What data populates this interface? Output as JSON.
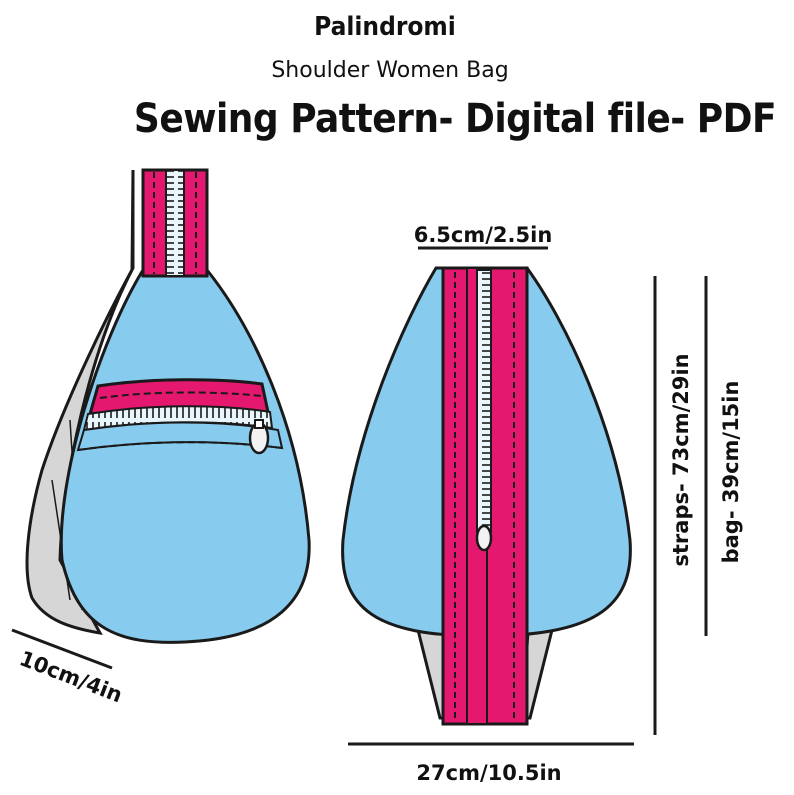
{
  "header": {
    "brand": "Palindromi",
    "subtitle": "Shoulder Women Bag",
    "headline": "Sewing Pattern- Digital file- PDF"
  },
  "dimensions": {
    "top_width": "6.5cm/2.5in",
    "bottom_width": "27cm/10.5in",
    "depth": "10cm/4in",
    "straps_length": "straps- 73cm/29in",
    "bag_height": "bag- 39cm/15in"
  },
  "colors": {
    "body": "#87CBEE",
    "strap": "#E3186E",
    "side_panel": "#D6D6D6",
    "outline": "#1A1A1A",
    "zipper_teeth": "#E9F6FB"
  },
  "icons": [
    "zipper-pull-icon"
  ]
}
